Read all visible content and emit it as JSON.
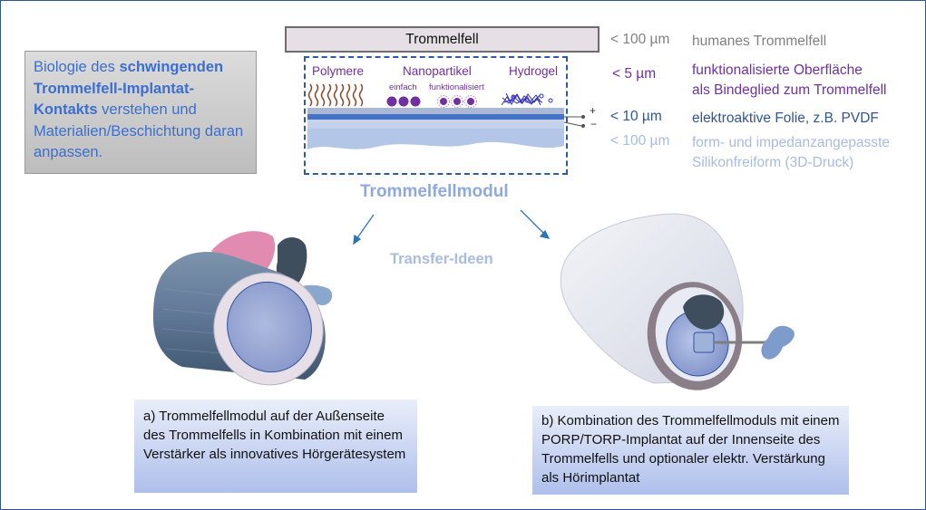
{
  "intro": {
    "part1": "Biologie des ",
    "bold": "schwingenden Trommelfell-Implantat-Kontakts",
    "part2": " verstehen und Materialien/Beschichtung daran anpassen."
  },
  "eardrum_bar": "Trommelfell",
  "layers": {
    "polymere": "Polymere",
    "nanopartikel": "Nanopartikel",
    "hydrogel": "Hydrogel",
    "einfach": "einfach",
    "funktionalisiert": "funktionalisiert",
    "plus": "+",
    "minus": "−"
  },
  "rows": [
    {
      "measure": "< 100 µm",
      "desc": "humanes Trommelfell",
      "color": "#808080"
    },
    {
      "measure": "< 5 µm",
      "desc": "funktionalisierte Oberfläche als Bindeglied zum Trommelfell",
      "color": "#7030a0"
    },
    {
      "measure": "< 10 µm",
      "desc": "elektroaktive Folie, z.B. PVDF",
      "color": "#2f5597"
    },
    {
      "measure": "< 100 µm",
      "desc": "form- und impedanzangepasste Silikonfreiform (3D-Druck)",
      "color": "#8ea9db"
    }
  ],
  "desc_lines": {
    "row2_l1": "funktionalisierte Oberfläche",
    "row2_l2": "als Bindeglied zum Trommelfell",
    "row4_l1": "form- und impedanzangepasste",
    "row4_l2": "Silikonfreiform (3D-Druck)"
  },
  "module_title": "Trommelfellmodul",
  "transfer_title": "Transfer-Ideen",
  "caption_a": "a) Trommelfellmodul auf der Außenseite des Trommelfells in Kombination mit einem Verstärker als innovatives Hörgerätesystem",
  "caption_b": "b) Kombination des Trommelfellmoduls mit einem PORP/TORP-Implantat auf der Innenseite des Trommelfells und optionaler elektr. Verstärkung als Hörimplantat",
  "colors": {
    "border": "#2f5597",
    "intro_text": "#3a6fcf",
    "purple": "#7030a0",
    "foil": "#4472c4",
    "silicone": "#b4c6e7"
  }
}
